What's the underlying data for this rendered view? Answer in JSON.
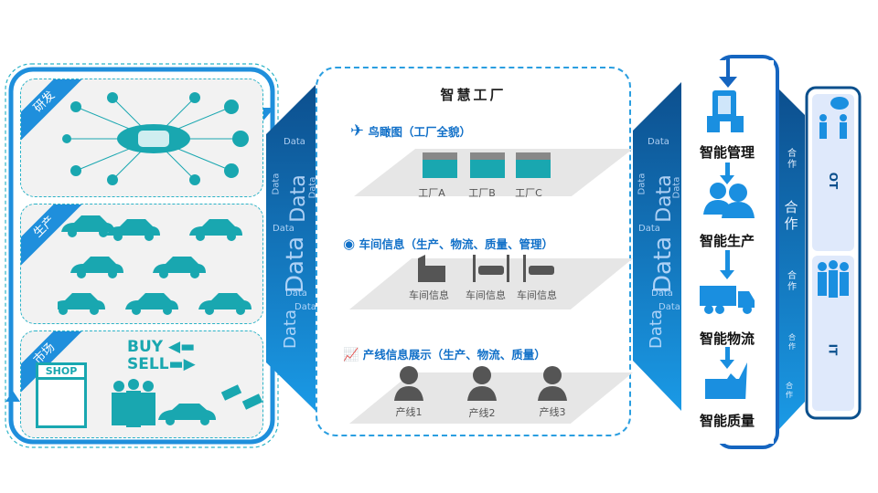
{
  "left": {
    "sections": [
      {
        "label": "研发"
      },
      {
        "label": "生产"
      },
      {
        "label": "市场"
      }
    ],
    "market": {
      "buy": "BUY",
      "sell": "SELL",
      "shop": "SHOP"
    }
  },
  "band_text": "Data",
  "center": {
    "title": "智慧工厂",
    "sections": [
      {
        "title": "鸟瞰图（工厂全貌）",
        "items": [
          "工厂A",
          "工厂B",
          "工厂C"
        ]
      },
      {
        "title": "车间信息（生产、物流、质量、管理）",
        "items": [
          "车间信息",
          "车间信息",
          "车间信息"
        ]
      },
      {
        "title": "产线信息展示（生产、物流、质量）",
        "items": [
          "产线1",
          "产线2",
          "产线3"
        ]
      }
    ]
  },
  "flow": [
    "智能管理",
    "智能生产",
    "智能物流",
    "智能质量"
  ],
  "coop": "合作",
  "systems": [
    "OT",
    "IT"
  ],
  "colors": {
    "primary": "#1f8fdc",
    "dark": "#0a4f8c",
    "teal": "#19a7b0"
  }
}
